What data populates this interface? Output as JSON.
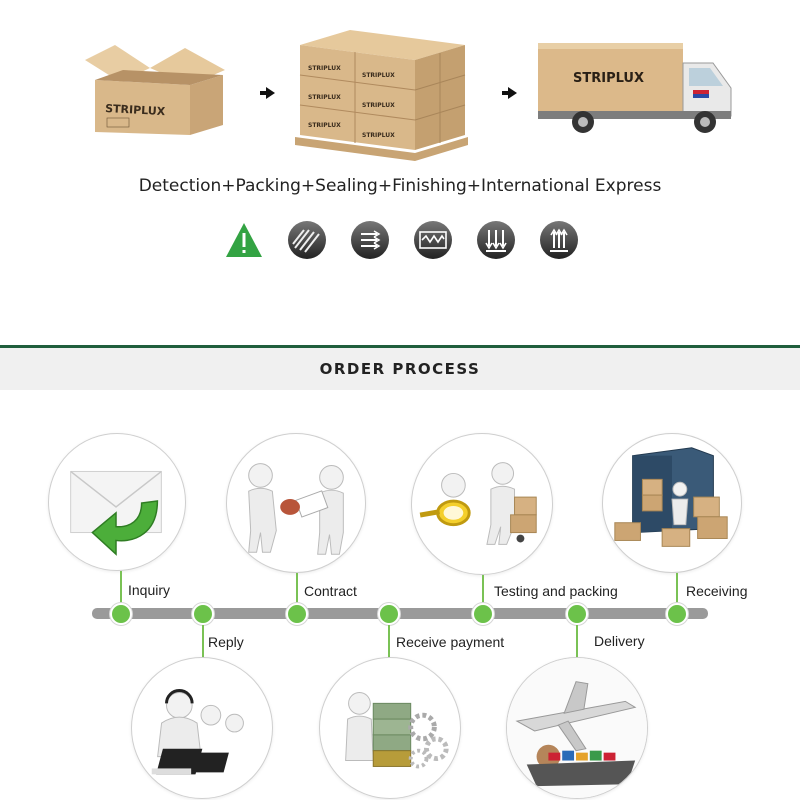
{
  "packing": {
    "brand": "STRIPLUX",
    "caption": "Detection+Packing+Sealing+Finishing+International Express",
    "symbols": [
      "warning-icon",
      "fragile-stripes-icon",
      "arrows-right-icon",
      "wave-sealed-icon",
      "arrows-down-icon",
      "this-way-up-icon"
    ]
  },
  "order_process": {
    "title": "ORDER PROCESS",
    "steps": [
      {
        "label": "Inquiry",
        "icon": "envelope-icon"
      },
      {
        "label": "Reply",
        "icon": "headset-agents-icon"
      },
      {
        "label": "Contract",
        "icon": "handshake-contract-icon"
      },
      {
        "label": "Receive payment",
        "icon": "money-gears-icon"
      },
      {
        "label": "Testing and packing",
        "icon": "magnifier-boxes-icon"
      },
      {
        "label": "Delivery",
        "icon": "airplane-ship-icon"
      },
      {
        "label": "Receiving",
        "icon": "container-boxes-icon"
      }
    ]
  },
  "colors": {
    "accent_green": "#6cc24a",
    "divider_green": "#1f5e3c",
    "cardboard": "#d9b88a",
    "timeline_gray": "#9a9a9a"
  }
}
